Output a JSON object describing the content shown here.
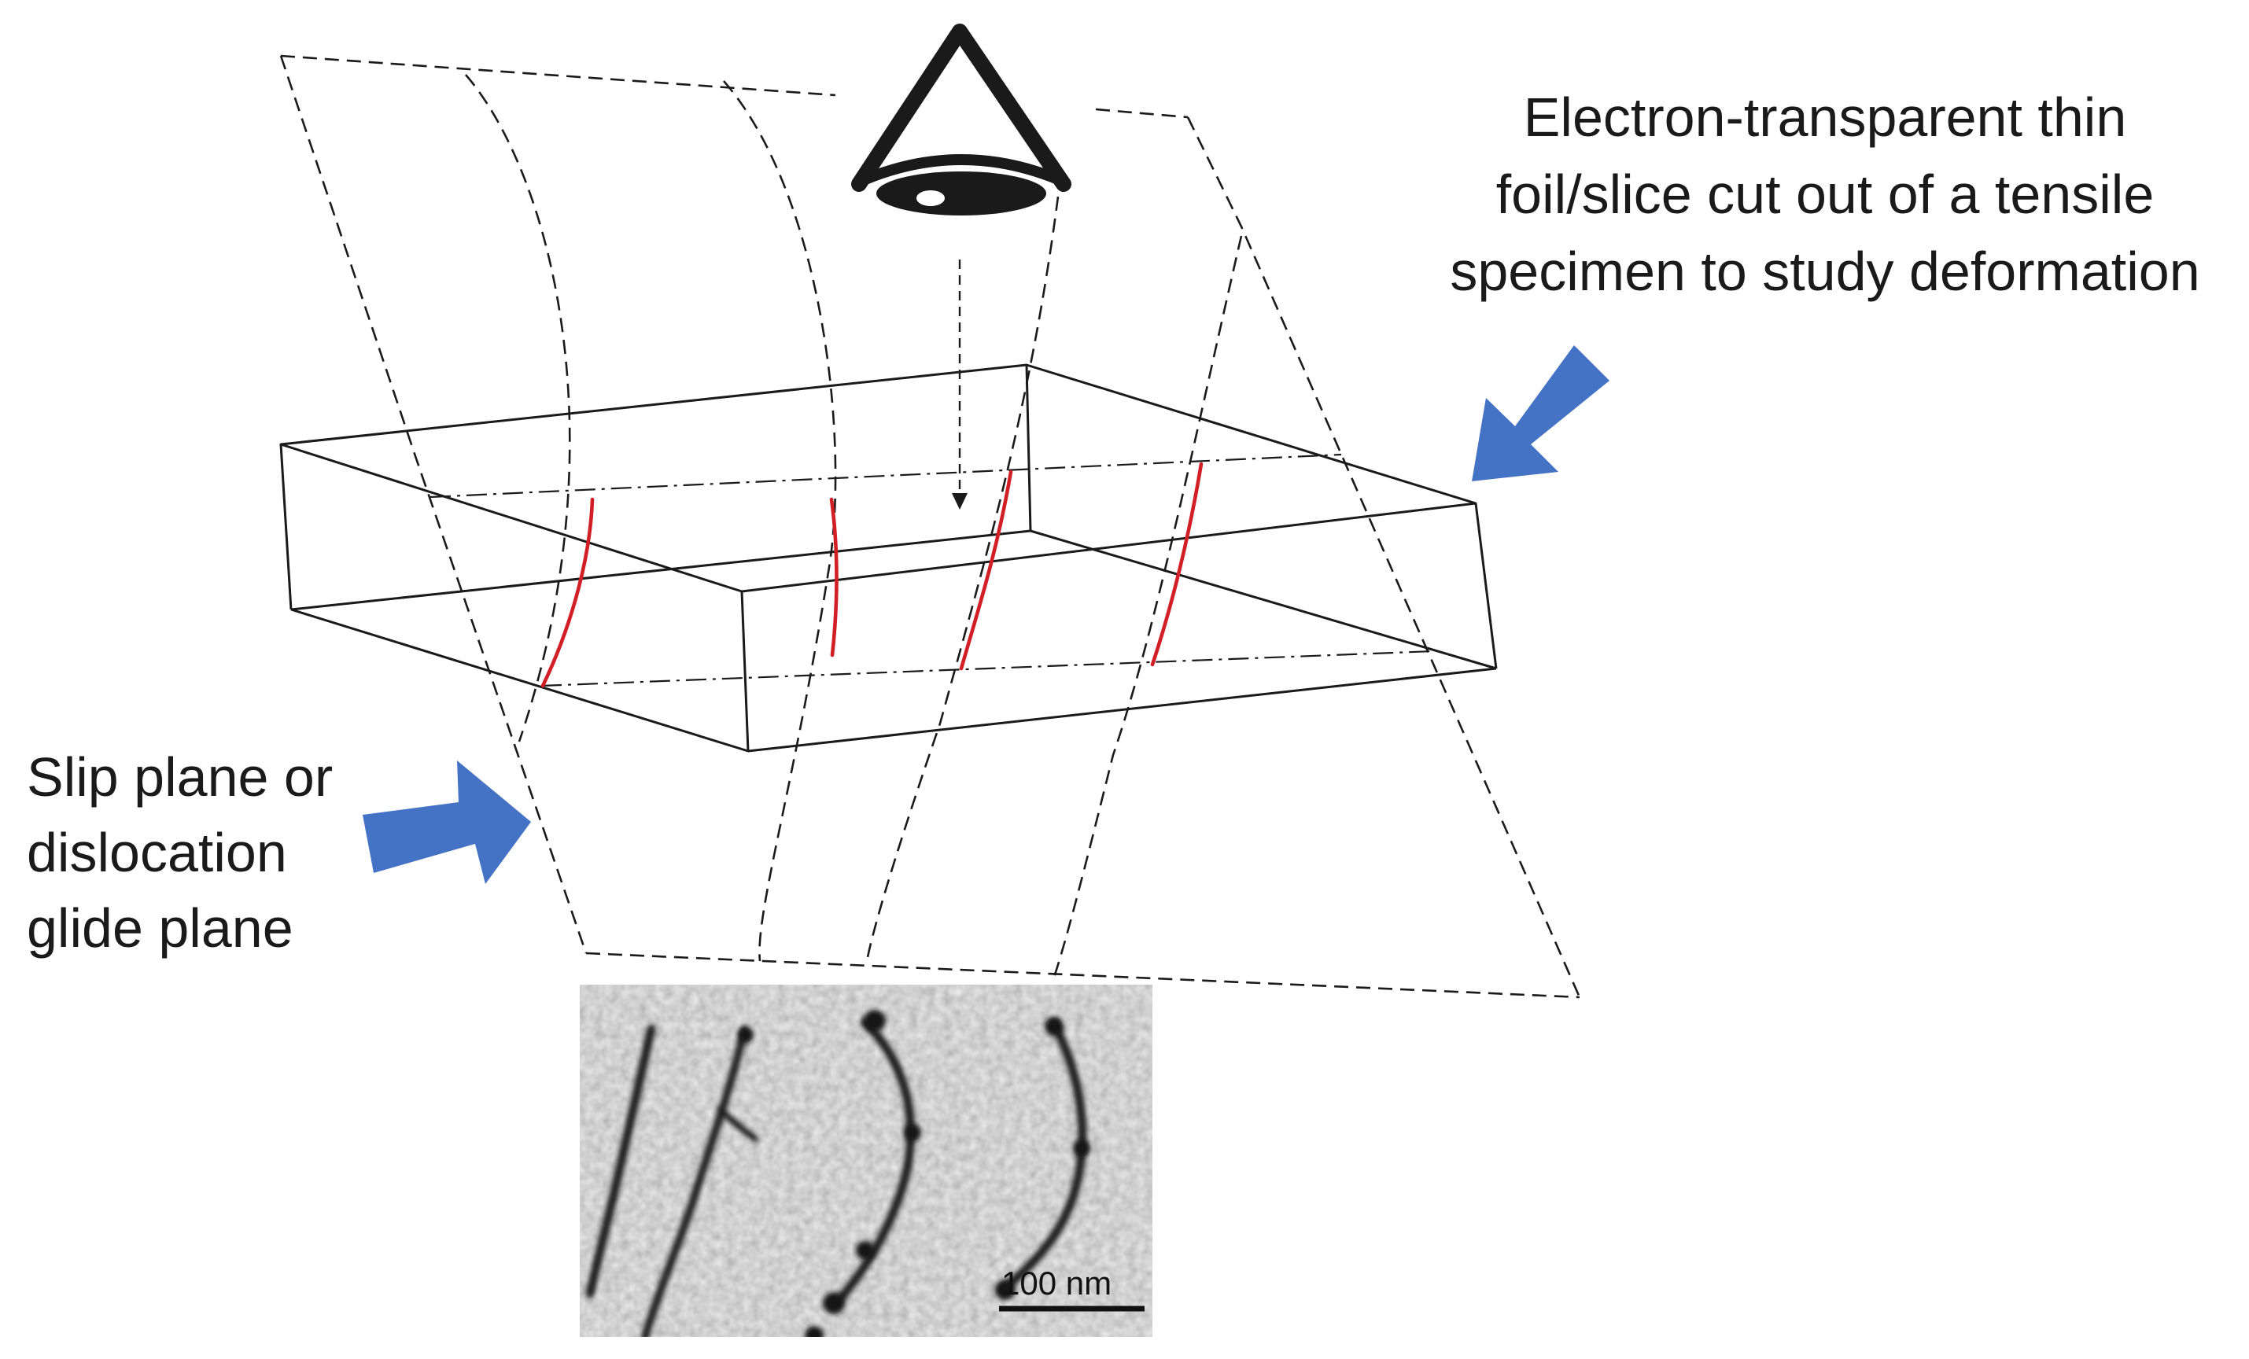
{
  "labels": {
    "foil": [
      "Electron-transparent thin",
      "foil/slice cut out of a tensile",
      "specimen to study deformation"
    ],
    "slip": [
      "Slip plane or",
      "dislocation",
      "glide plane"
    ]
  },
  "micrograph": {
    "scale_bar_label": "100 nm"
  },
  "colors": {
    "outline": "#1a1a1a",
    "dislocation_line": "#d21f26",
    "arrow": "#4472c4",
    "micrograph_bg": "#a8a8a8",
    "micrograph_feature": "#1c1c1c"
  },
  "icons": {
    "viewer": "eye-icon",
    "pointer_arrow": "block-arrow-icon"
  }
}
